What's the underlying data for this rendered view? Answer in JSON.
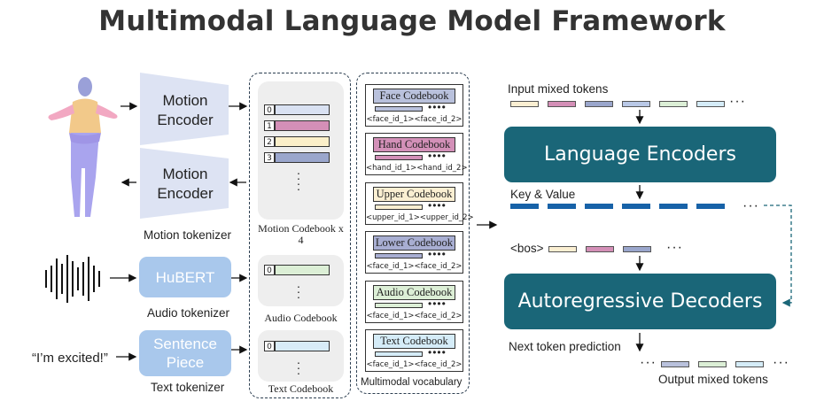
{
  "title": "Multimodal Language Model Framework",
  "tokenizers": {
    "motion_encoder_top": "Motion Encoder",
    "motion_encoder_bottom": "Motion Encoder",
    "motion_label": "Motion tokenizer",
    "hubert": "HuBERT",
    "audio_label": "Audio tokenizer",
    "sentencepiece": "Sentence Piece",
    "text_label": "Text tokenizer",
    "quote": "“I’m excited!”"
  },
  "codebooks": {
    "motion_indices": [
      "0",
      "1",
      "2",
      "3"
    ],
    "motion_colors": [
      "#d9e1f2",
      "#d48fb7",
      "#fbefc9",
      "#9aa6cc"
    ],
    "motion_label": "Motion Codebook x 4",
    "audio_index": "0",
    "audio_color": "#dcefd6",
    "audio_label": "Audio Codebook",
    "text_index": "0",
    "text_color": "#d8ecf8",
    "text_label": "Text Codebook"
  },
  "vocabulary": {
    "label": "Multimodal vocabulary",
    "cards": [
      {
        "title": "Face Codebook",
        "ids": "<face_id_1><face_id_2>",
        "color": "#b9c1dc"
      },
      {
        "title": "Hand Codebook",
        "ids": "<hand_id_1><hand_id_2>",
        "color": "#d390b8"
      },
      {
        "title": "Upper Codebook",
        "ids": "<upper_id_1><upper_id_2>",
        "color": "#fbefd2"
      },
      {
        "title": "Lower Codebook",
        "ids": "<face_id_1><face_id_2>",
        "color": "#a8aed2"
      },
      {
        "title": "Audio Codebook",
        "ids": "<face_id_1><face_id_2>",
        "color": "#dcefd6"
      },
      {
        "title": "Text Codebook",
        "ids": "<face_id_1><face_id_2>",
        "color": "#d5ecf8"
      }
    ]
  },
  "model": {
    "input_label": "Input mixed tokens",
    "encoders": "Language Encoders",
    "key_value": "Key & Value",
    "bos": "<bos>",
    "decoders": "Autoregressive Decoders",
    "next_token": "Next token prediction",
    "output_label": "Output mixed tokens",
    "input_token_colors": [
      "#fbefd2",
      "#d48fb7",
      "#9aa6cc",
      "#b9c8e6",
      "#dcefd6",
      "#d5ecf8"
    ],
    "bos_token_colors": [
      "#fbefd2",
      "#d48fb7",
      "#9aa6cc"
    ],
    "output_token_colors": [
      "#b9c1dc",
      "#dcefd6",
      "#d5ecf8"
    ],
    "accent": "#1a6678",
    "key_color": "#1762a8"
  }
}
